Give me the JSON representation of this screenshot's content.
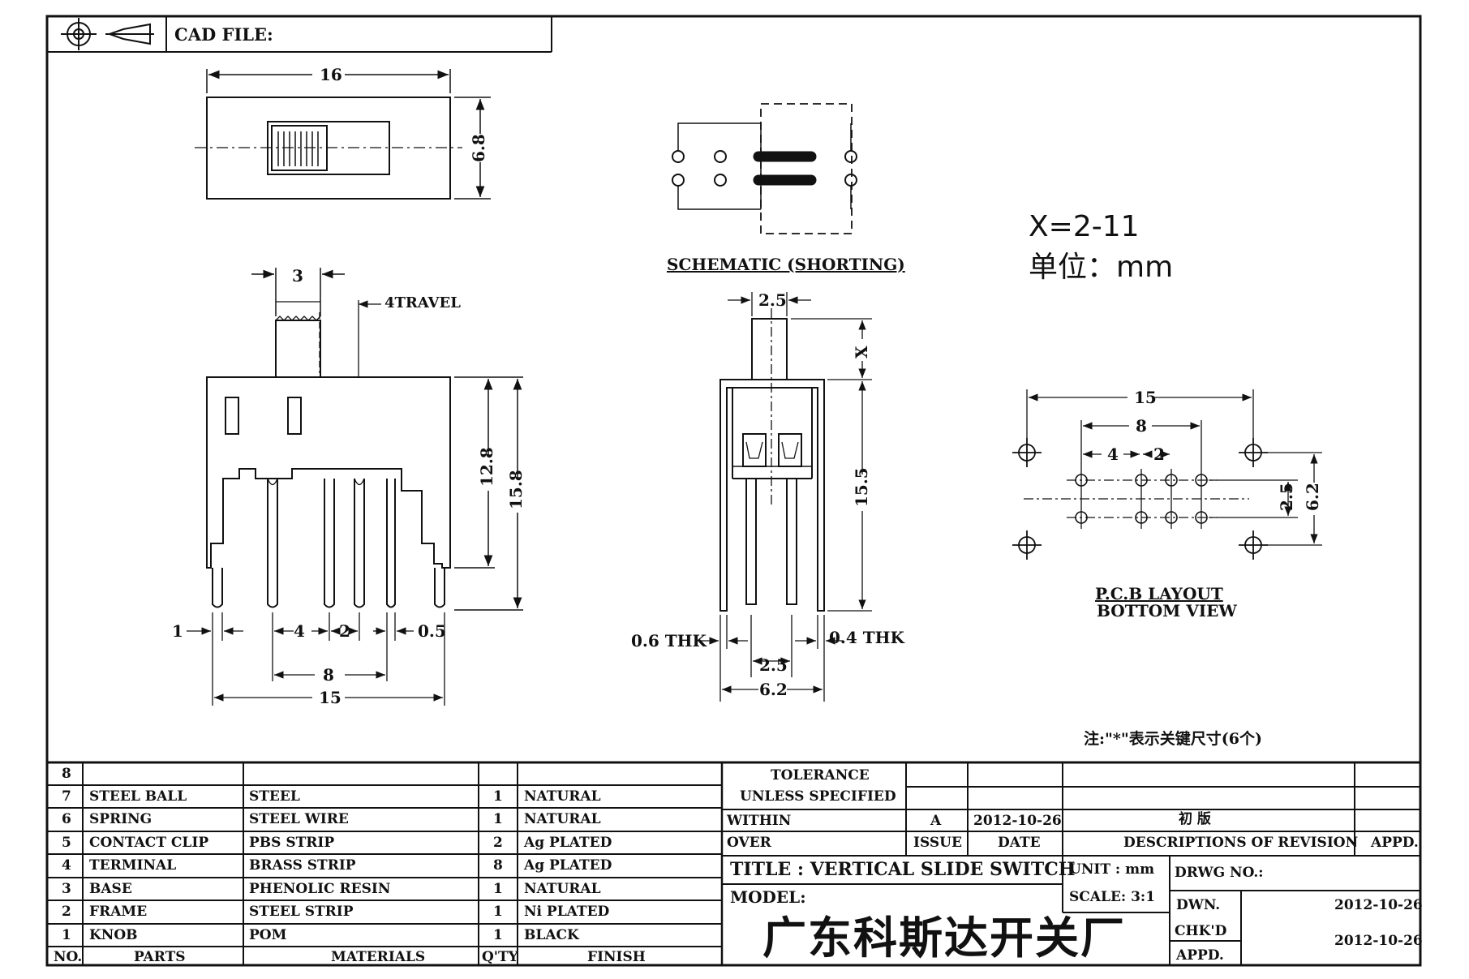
{
  "header": {
    "cad_file_label": "CAD FILE:"
  },
  "schematic": {
    "caption": "SCHEMATIC (SHORTING)"
  },
  "notes": {
    "x_value": "X=2-11",
    "unit": "单位：mm",
    "footnote": "注:\"*\"表示关键尺寸(6个)"
  },
  "views": {
    "top_view": {
      "width": "16",
      "height": "6.8"
    },
    "front_view": {
      "knob_width": "3",
      "travel": "4TRAVEL",
      "height_body": "12.8",
      "height_total": "15.8",
      "pin_left": "1",
      "pin_pitch_a": "4",
      "pin_pitch_b": "2",
      "pin_width": "0.5",
      "pin_span": "8",
      "body_width": "15"
    },
    "side_view": {
      "knob_width": "2.5",
      "x_label": "X",
      "height": "15.5",
      "left_thk": "0.6 THK",
      "right_thk": "0.4 THK",
      "pin_spacing": "2.5",
      "body_width": "6.2"
    },
    "pcb_layout": {
      "span_outer": "15",
      "span_inner": "8",
      "pitch_a": "4",
      "pitch_b": "2",
      "row_spacing": "2.5",
      "mount_spacing": "6.2",
      "caption_1": "P.C.B LAYOUT",
      "caption_2": "BOTTOM VIEW"
    }
  },
  "parts_table": {
    "rows": [
      {
        "no": "8",
        "part": "",
        "material": "",
        "qty": "",
        "finish": ""
      },
      {
        "no": "7",
        "part": "STEEL BALL",
        "material": "STEEL",
        "qty": "1",
        "finish": "NATURAL"
      },
      {
        "no": "6",
        "part": "SPRING",
        "material": "STEEL WIRE",
        "qty": "1",
        "finish": "NATURAL"
      },
      {
        "no": "5",
        "part": "CONTACT CLIP",
        "material": "PBS STRIP",
        "qty": "2",
        "finish": "Ag PLATED"
      },
      {
        "no": "4",
        "part": "TERMINAL",
        "material": "BRASS STRIP",
        "qty": "8",
        "finish": "Ag PLATED"
      },
      {
        "no": "3",
        "part": "BASE",
        "material": "PHENOLIC RESIN",
        "qty": "1",
        "finish": "NATURAL"
      },
      {
        "no": "2",
        "part": "FRAME",
        "material": "STEEL STRIP",
        "qty": "1",
        "finish": "Ni PLATED"
      },
      {
        "no": "1",
        "part": "KNOB",
        "material": "POM",
        "qty": "1",
        "finish": "BLACK"
      }
    ],
    "headers": {
      "no": "NO.",
      "part": "PARTS",
      "material": "MATERIALS",
      "qty": "Q'TY",
      "finish": "FINISH"
    }
  },
  "title_block": {
    "tolerance": "TOLERANCE",
    "unless": "UNLESS  SPECIFIED",
    "within": "WITHIN",
    "over": "OVER",
    "issue_value": "A",
    "issue_date": "2012-10-26",
    "revision_desc": "初  版",
    "issue_label": "ISSUE",
    "date_label": "DATE",
    "desc_label": "DESCRIPTIONS OF REVISION",
    "appd_label": "APPD.",
    "title": "TITLE :  VERTICAL SLIDE SWITCH",
    "unit": "UNIT :  mm",
    "drwg_no": "DRWG NO.:",
    "model": "MODEL:",
    "scale": "SCALE:  3:1",
    "dwn": "DWN.",
    "dwn_date": "2012-10-26",
    "chkd": "CHK'D",
    "appd": "APPD.",
    "chkd_date": "2012-10-26",
    "company": "广东科斯达开关厂"
  }
}
